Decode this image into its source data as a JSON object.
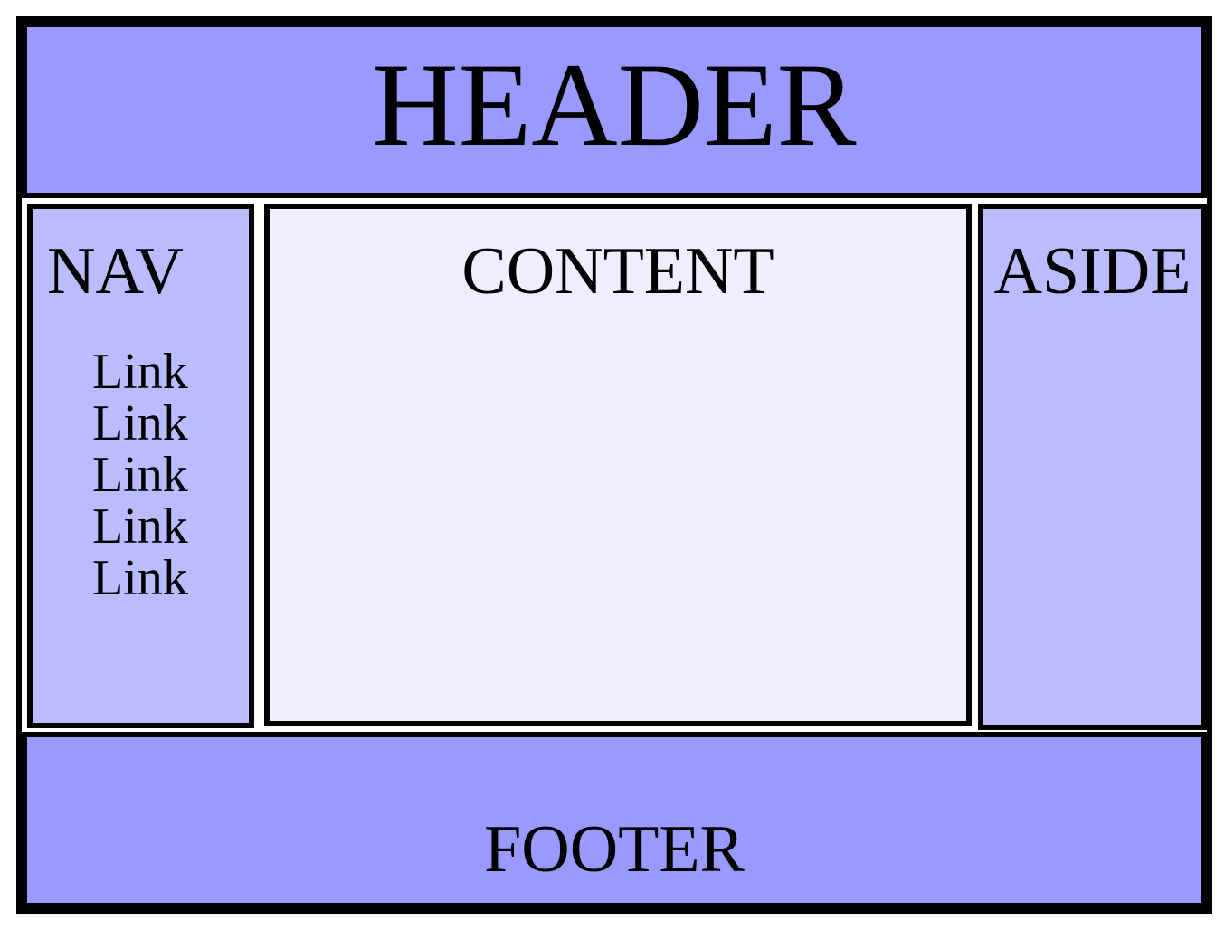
{
  "diagram": {
    "kind": "html5-page-layout-wireframe",
    "frame_color": "#000000",
    "canvas_color": "#ffffff"
  },
  "header": {
    "label": "HEADER",
    "background": "#9999ff"
  },
  "nav": {
    "label": "NAV",
    "background": "#bbbbff",
    "links": [
      {
        "label": "Link"
      },
      {
        "label": "Link"
      },
      {
        "label": "Link"
      },
      {
        "label": "Link"
      },
      {
        "label": "Link"
      }
    ]
  },
  "content": {
    "label": "CONTENT",
    "background": "#eeeeff"
  },
  "aside": {
    "label": "ASIDE",
    "background": "#bbbbff"
  },
  "footer": {
    "label": "FOOTER",
    "background": "#9999ff"
  }
}
